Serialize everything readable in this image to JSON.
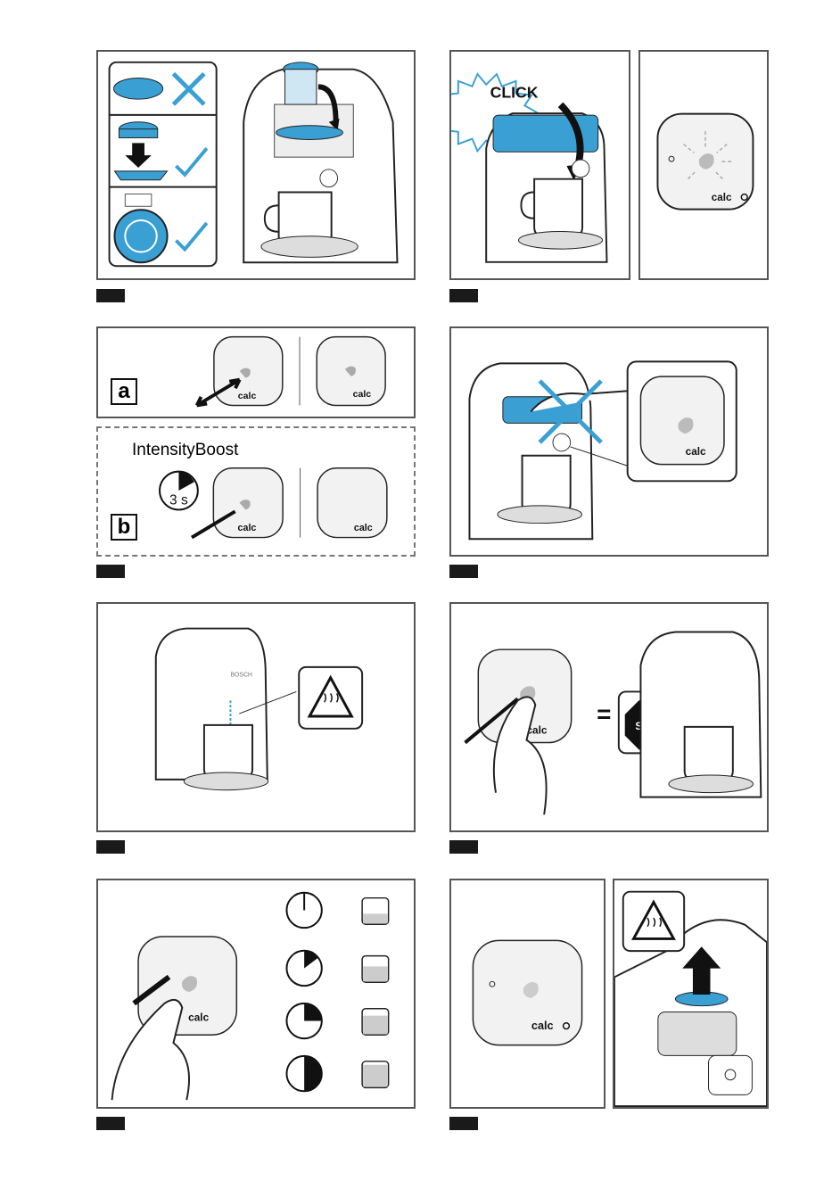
{
  "click_label": "CLICK",
  "panel_labels": {
    "a": "a",
    "b": "b"
  },
  "intensity_boost": "IntensityBoost",
  "hold_time": "3 s",
  "calc_label": "calc",
  "stop_label": "STOP",
  "brand": "BOSCH",
  "colors": {
    "accent": "#3aa0d4",
    "panel_border": "#555555",
    "step_bar": "#1a1a1a"
  }
}
